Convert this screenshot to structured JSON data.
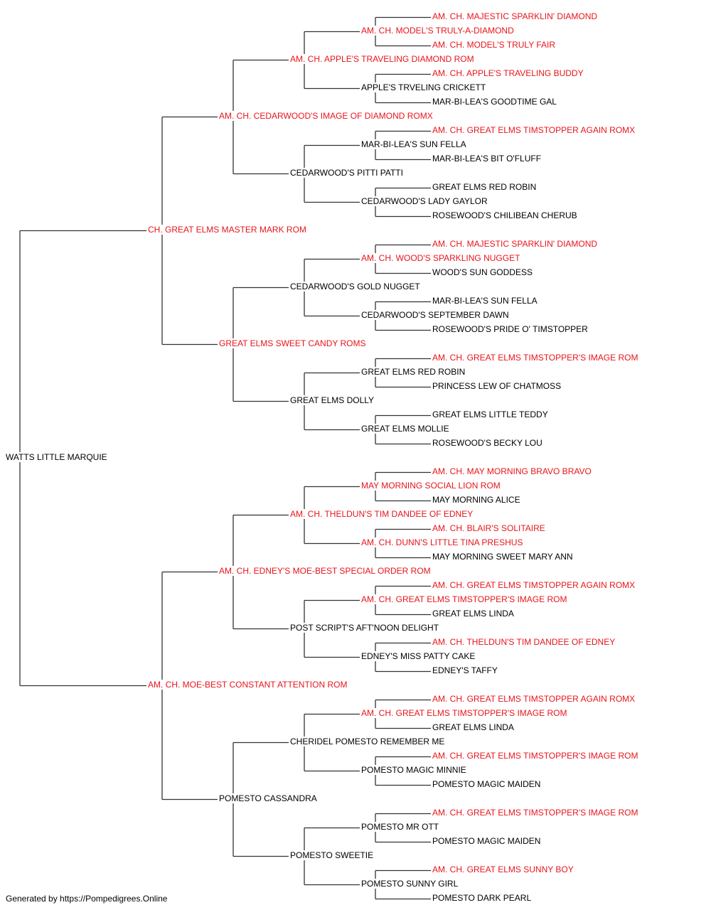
{
  "colors": {
    "champion": "#e8141b",
    "regular": "#000000",
    "line": "#333333"
  },
  "pedigree": {
    "subject": {
      "name": "WATTS LITTLE MARQUIE",
      "champion": false
    },
    "sire": {
      "name": "CH. GREAT ELMS MASTER MARK ROM",
      "champion": true
    },
    "dam": {
      "name": "AM. CH. MOE-BEST CONSTANT ATTENTION ROM",
      "champion": true
    },
    "generation_2": [
      {
        "name": "AM. CH. CEDARWOOD'S IMAGE OF DIAMOND ROMX",
        "champion": true
      },
      {
        "name": "GREAT ELMS SWEET CANDY ROMS",
        "champion": true
      },
      {
        "name": "AM. CH. EDNEY'S MOE-BEST SPECIAL ORDER ROM",
        "champion": true
      },
      {
        "name": "POMESTO CASSANDRA",
        "champion": false
      }
    ],
    "generation_3": [
      {
        "name": "AM. CH. APPLE'S TRAVELING DIAMOND ROM",
        "champion": true
      },
      {
        "name": "CEDARWOOD'S PITTI PATTI",
        "champion": false
      },
      {
        "name": "CEDARWOOD'S GOLD NUGGET",
        "champion": false
      },
      {
        "name": "GREAT ELMS DOLLY",
        "champion": false
      },
      {
        "name": "AM. CH. THELDUN'S TIM DANDEE OF EDNEY",
        "champion": true
      },
      {
        "name": "POST SCRIPT'S AFT'NOON DELIGHT",
        "champion": false
      },
      {
        "name": "CHERIDEL POMESTO REMEMBER ME",
        "champion": false
      },
      {
        "name": "POMESTO SWEETIE",
        "champion": false
      }
    ],
    "generation_4": [
      {
        "name": "AM. CH. MODEL'S TRULY-A-DIAMOND",
        "champion": true
      },
      {
        "name": "APPLE'S TRVELING CRICKETT",
        "champion": false
      },
      {
        "name": "MAR-BI-LEA'S SUN FELLA",
        "champion": false
      },
      {
        "name": "CEDARWOOD'S LADY GAYLOR",
        "champion": false
      },
      {
        "name": "AM. CH. WOOD'S SPARKLING NUGGET",
        "champion": true
      },
      {
        "name": "CEDARWOOD'S SEPTEMBER DAWN",
        "champion": false
      },
      {
        "name": "GREAT ELMS RED ROBIN",
        "champion": false
      },
      {
        "name": "GREAT ELMS MOLLIE",
        "champion": false
      },
      {
        "name": "MAY MORNING SOCIAL LION ROM",
        "champion": true
      },
      {
        "name": "AM. CH. DUNN'S LITTLE TINA PRESHUS",
        "champion": true
      },
      {
        "name": "AM. CH. GREAT ELMS TIMSTOPPER'S IMAGE ROM",
        "champion": true
      },
      {
        "name": "EDNEY'S MISS PATTY CAKE",
        "champion": false
      },
      {
        "name": "AM. CH. GREAT ELMS TIMSTOPPER'S IMAGE ROM",
        "champion": true
      },
      {
        "name": "POMESTO MAGIC MINNIE",
        "champion": false
      },
      {
        "name": "POMESTO MR OTT",
        "champion": false
      },
      {
        "name": "POMESTO SUNNY GIRL",
        "champion": false
      }
    ],
    "generation_5": [
      {
        "name": "AM. CH. MAJESTIC SPARKLIN' DIAMOND",
        "champion": true
      },
      {
        "name": "AM. CH. MODEL'S TRULY FAIR",
        "champion": true
      },
      {
        "name": "AM. CH. APPLE'S TRAVELING BUDDY",
        "champion": true
      },
      {
        "name": "MAR-BI-LEA'S GOODTIME GAL",
        "champion": false
      },
      {
        "name": "AM. CH. GREAT ELMS TIMSTOPPER AGAIN ROMX",
        "champion": true
      },
      {
        "name": "MAR-BI-LEA'S BIT O'FLUFF",
        "champion": false
      },
      {
        "name": "GREAT ELMS RED ROBIN",
        "champion": false
      },
      {
        "name": "ROSEWOOD'S CHILIBEAN CHERUB",
        "champion": false
      },
      {
        "name": "AM. CH. MAJESTIC SPARKLIN' DIAMOND",
        "champion": true
      },
      {
        "name": "WOOD'S SUN GODDESS",
        "champion": false
      },
      {
        "name": "MAR-BI-LEA'S SUN FELLA",
        "champion": false
      },
      {
        "name": "ROSEWOOD'S PRIDE O' TIMSTOPPER",
        "champion": false
      },
      {
        "name": "AM. CH. GREAT ELMS TIMSTOPPER'S IMAGE ROM",
        "champion": true
      },
      {
        "name": "PRINCESS LEW OF CHATMOSS",
        "champion": false
      },
      {
        "name": "GREAT ELMS LITTLE TEDDY",
        "champion": false
      },
      {
        "name": "ROSEWOOD'S BECKY LOU",
        "champion": false
      },
      {
        "name": "AM. CH. MAY MORNING BRAVO BRAVO",
        "champion": true
      },
      {
        "name": "MAY MORNING ALICE",
        "champion": false
      },
      {
        "name": "AM. CH. BLAIR'S SOLITAIRE",
        "champion": true
      },
      {
        "name": "MAY MORNING SWEET MARY ANN",
        "champion": false
      },
      {
        "name": "AM. CH. GREAT ELMS TIMSTOPPER AGAIN ROMX",
        "champion": true
      },
      {
        "name": "GREAT ELMS LINDA",
        "champion": false
      },
      {
        "name": "AM. CH. THELDUN'S TIM DANDEE OF EDNEY",
        "champion": true
      },
      {
        "name": "EDNEY'S TAFFY",
        "champion": false
      },
      {
        "name": "AM. CH. GREAT ELMS TIMSTOPPER AGAIN ROMX",
        "champion": true
      },
      {
        "name": "GREAT ELMS LINDA",
        "champion": false
      },
      {
        "name": "AM. CH. GREAT ELMS TIMSTOPPER'S IMAGE ROM",
        "champion": true
      },
      {
        "name": "POMESTO MAGIC MAIDEN",
        "champion": false
      },
      {
        "name": "AM. CH. GREAT ELMS TIMSTOPPER'S IMAGE ROM",
        "champion": true
      },
      {
        "name": "POMESTO MAGIC MAIDEN",
        "champion": false
      },
      {
        "name": "AM. CH. GREAT ELMS SUNNY BOY",
        "champion": true
      },
      {
        "name": "POMESTO DARK PEARL",
        "champion": false
      }
    ]
  },
  "footer": {
    "text": "Generated by https://Pompedigrees.Online"
  }
}
